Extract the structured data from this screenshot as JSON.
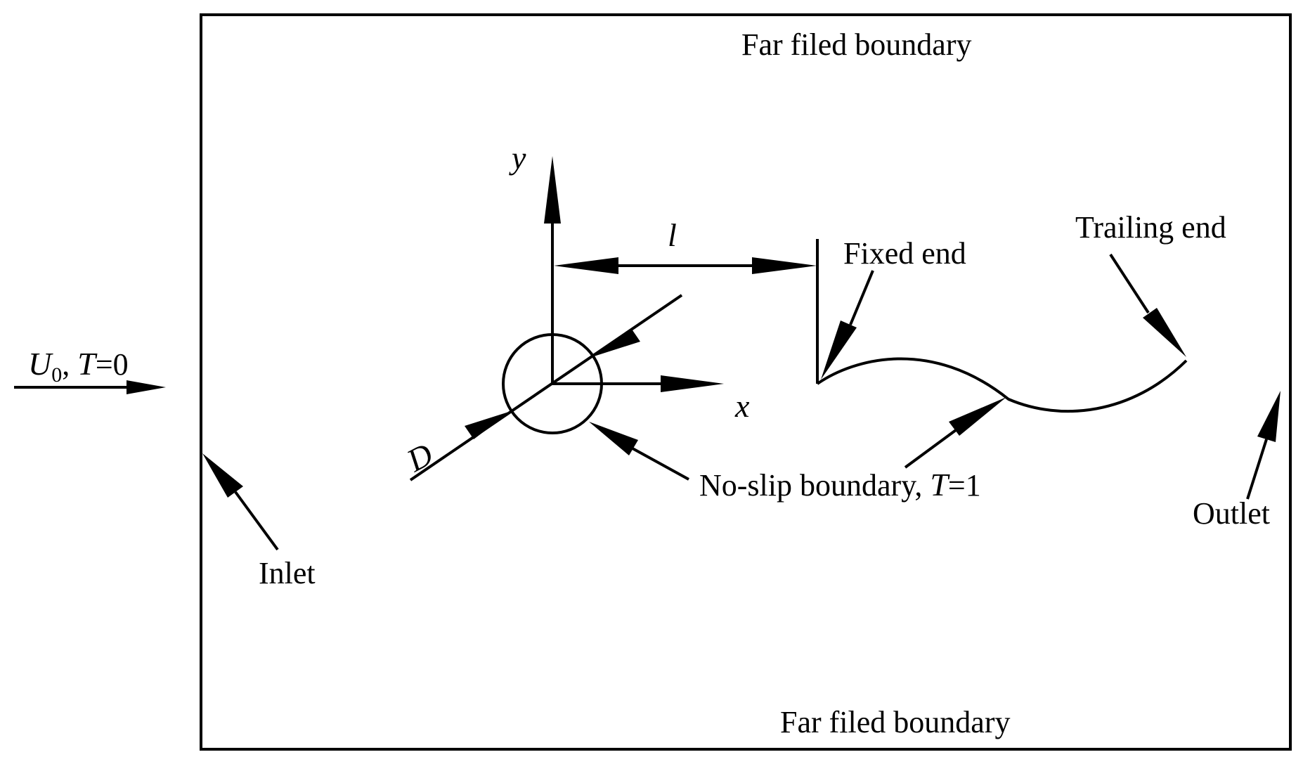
{
  "labels": {
    "far_field_top": "Far filed boundary",
    "far_field_bottom": "Far filed boundary",
    "inlet": "Inlet",
    "outlet": "Outlet",
    "fixed_end": "Fixed end",
    "trailing_end": "Trailing end",
    "no_slip_text": "No-slip boundary, ",
    "no_slip_T": "T",
    "no_slip_value": "=1",
    "inflow_U": "U",
    "inflow_sub": "0",
    "inflow_comma": ", ",
    "inflow_T": "T",
    "inflow_value": "=0",
    "axis_x": "x",
    "axis_y": "y",
    "length": "l",
    "diameter": "D"
  },
  "colors": {
    "stroke": "#000000",
    "background": "#ffffff"
  }
}
